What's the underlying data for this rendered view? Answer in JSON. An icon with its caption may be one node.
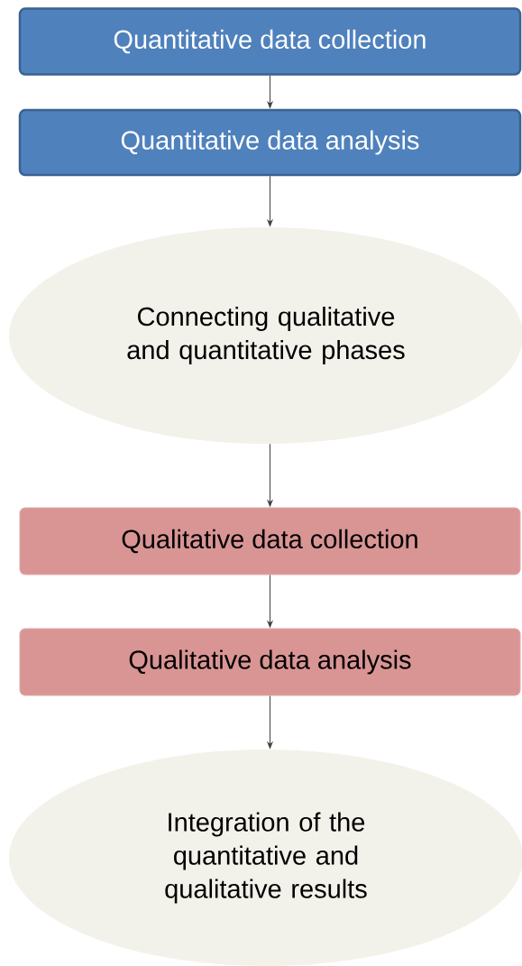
{
  "diagram": {
    "nodes": [
      {
        "text": [
          "Quantitative data collection"
        ]
      },
      {
        "text": [
          "Quantitative data analysis"
        ]
      },
      {
        "text": [
          "Connecting qualitative and quantitative phases"
        ]
      },
      {
        "text": [
          "Qualitative data collection"
        ]
      },
      {
        "text": [
          "Qualitative data analysis"
        ]
      },
      {
        "text": [
          "Integration of the quantitative and qualitative results"
        ]
      }
    ],
    "edges": [
      {
        "from": 0,
        "to": 1,
        "arrow": "to"
      },
      {
        "from": 1,
        "to": 2,
        "arrow": "to"
      },
      {
        "from": 2,
        "to": 3,
        "arrow": "to"
      },
      {
        "from": 3,
        "to": 4,
        "arrow": "to"
      },
      {
        "from": 4,
        "to": 5,
        "arrow": "to"
      }
    ]
  }
}
